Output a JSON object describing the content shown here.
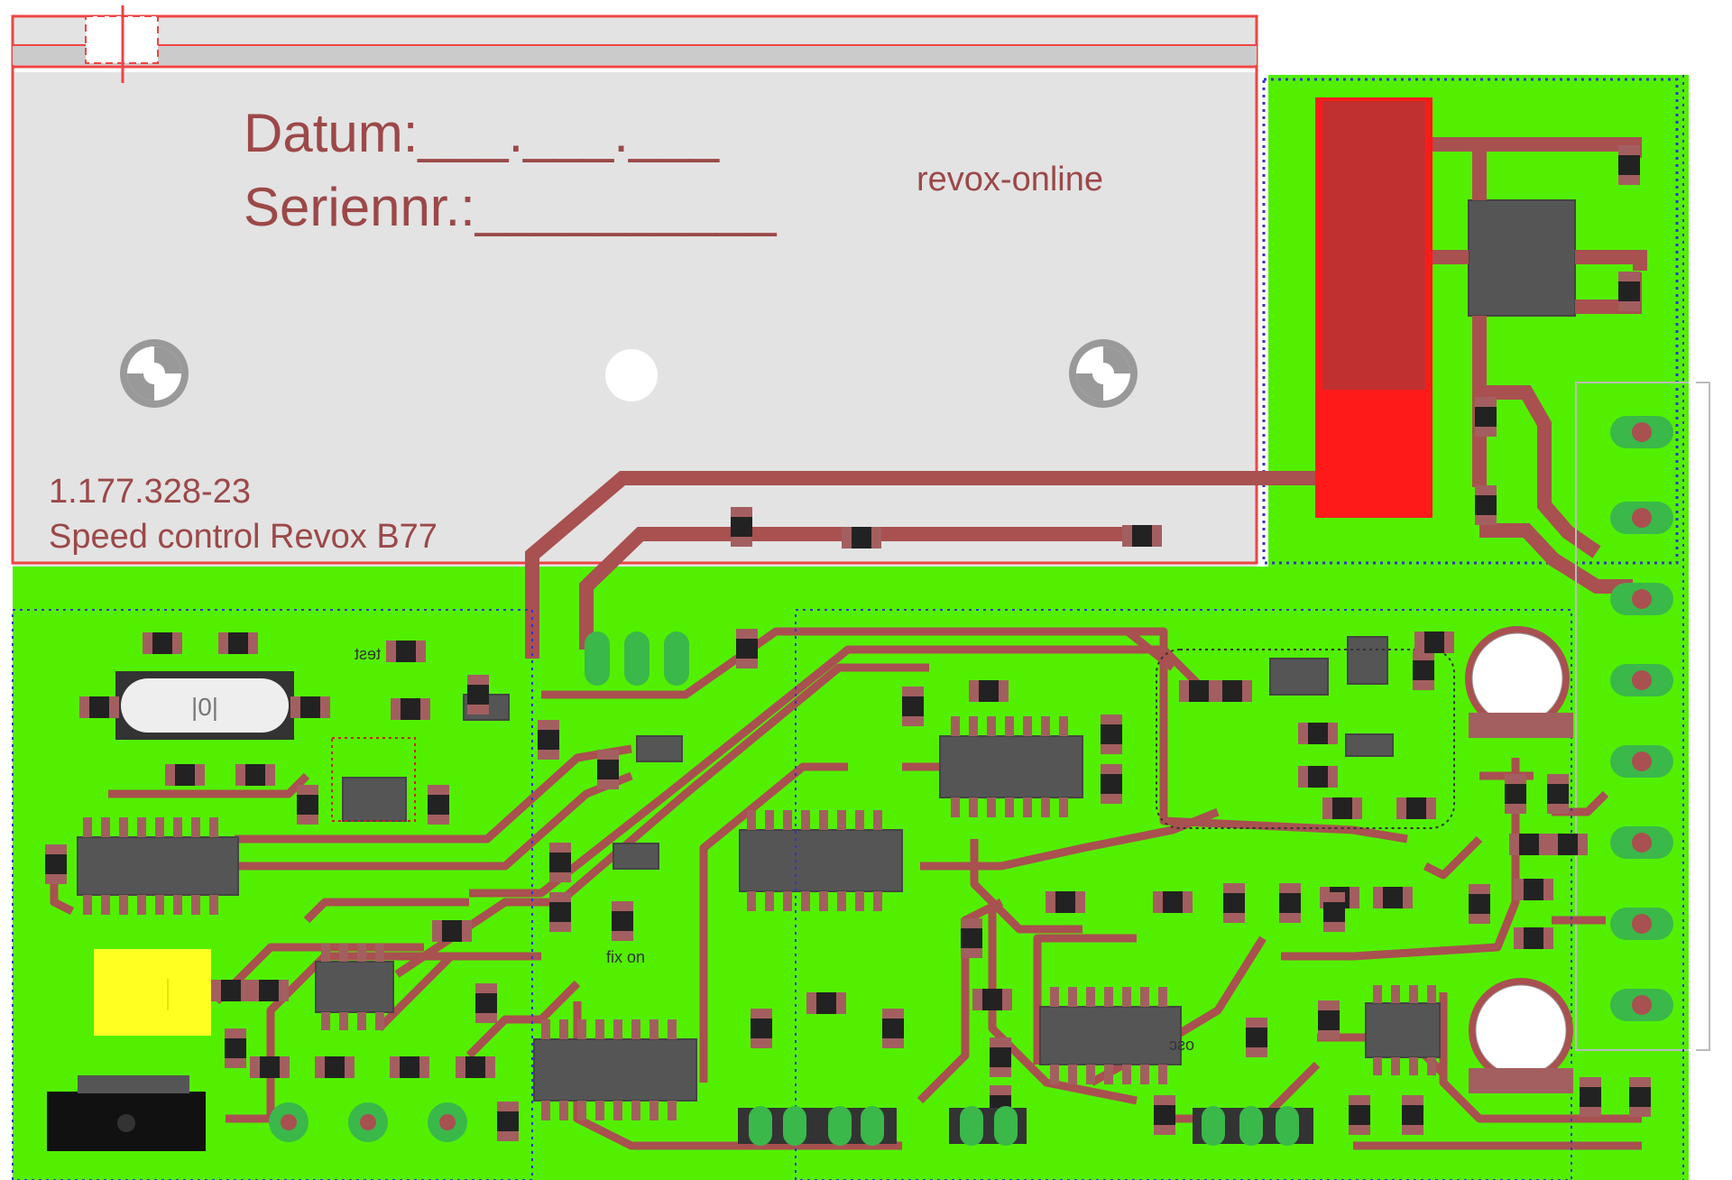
{
  "labels": {
    "datum": "Datum:___.___.___",
    "serial": "Seriennr.:__________",
    "brand": "revox-online",
    "part_number": "1.177.328-23",
    "description": "Speed control Revox B77"
  },
  "silkscreen": {
    "test": "test",
    "fix_on": "fix on",
    "osc": "osc"
  },
  "colors": {
    "board": "#52f000",
    "trace": "#a95050",
    "pad": "#a35f5f",
    "ic_body": "#555555",
    "label_area": "#e3e3e3",
    "outline": "#ee4444",
    "highlight_red": "#ff1a1a",
    "yellow_block": "#ffff22"
  }
}
